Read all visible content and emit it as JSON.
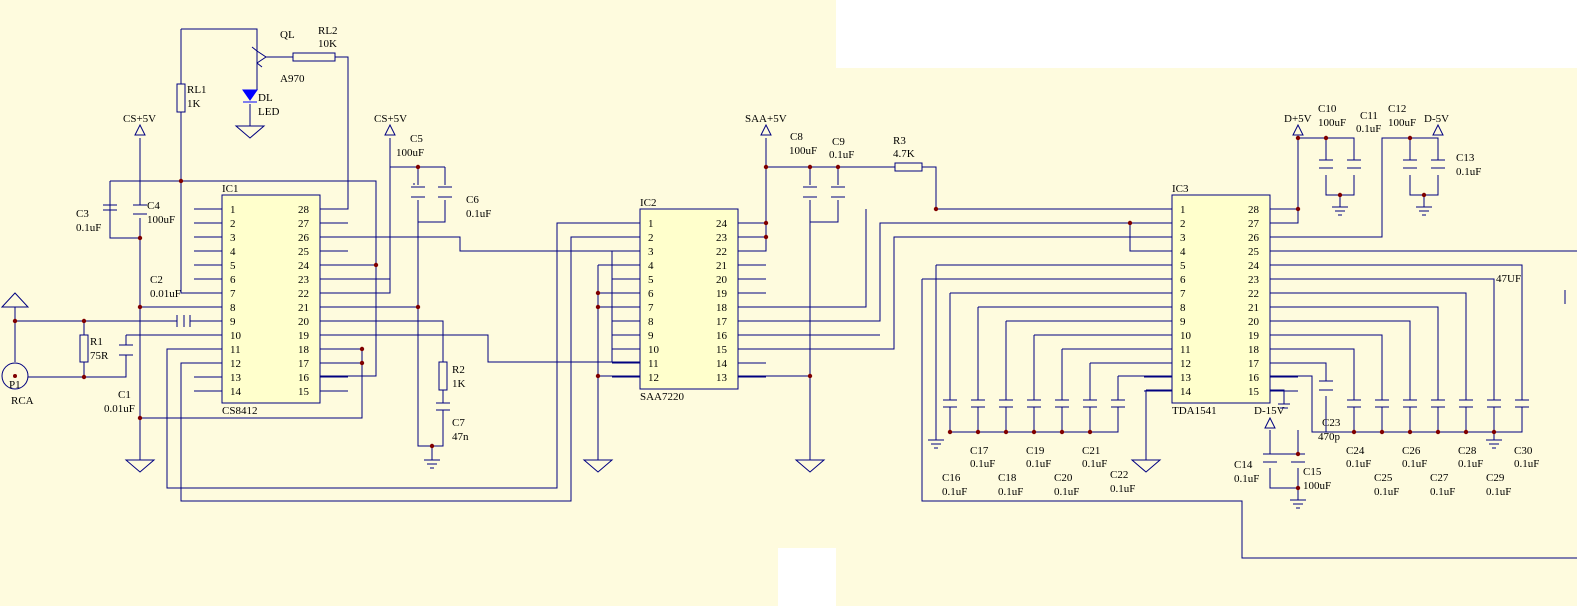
{
  "palette": {
    "paper": "#fefbde",
    "wire": "#000080",
    "junction": "#800000",
    "ic_fill": "#ffffcc",
    "led": "#0000ff"
  },
  "chips": {
    "ic1": {
      "ref": "IC1",
      "part": "CS8412"
    },
    "ic2": {
      "ref": "IC2",
      "part": "SAA7220"
    },
    "ic3": {
      "ref": "IC3",
      "part": "TDA1541"
    }
  },
  "pin_numbers": {
    "ic1_left": [
      "1",
      "2",
      "3",
      "4",
      "5",
      "6",
      "7",
      "8",
      "9",
      "10",
      "11",
      "12",
      "13",
      "14"
    ],
    "ic1_right": [
      "28",
      "27",
      "26",
      "25",
      "24",
      "23",
      "22",
      "21",
      "20",
      "19",
      "18",
      "17",
      "16",
      "15"
    ],
    "ic2_left": [
      "1",
      "2",
      "3",
      "4",
      "5",
      "6",
      "7",
      "8",
      "9",
      "10",
      "11",
      "12"
    ],
    "ic2_right": [
      "24",
      "23",
      "22",
      "21",
      "20",
      "19",
      "18",
      "17",
      "16",
      "15",
      "14",
      "13"
    ],
    "ic3_left": [
      "1",
      "2",
      "3",
      "4",
      "5",
      "6",
      "7",
      "8",
      "9",
      "10",
      "11",
      "12",
      "13",
      "14"
    ],
    "ic3_right": [
      "28",
      "27",
      "26",
      "25",
      "24",
      "23",
      "22",
      "21",
      "20",
      "19",
      "18",
      "17",
      "16",
      "15"
    ]
  },
  "rails": {
    "cs5v_a": "CS+5V",
    "cs5v_b": "CS+5V",
    "saa5v": "SAA+5V",
    "dp5v": "D+5V",
    "dm5v": "D-5V",
    "dm15v": "D-15V"
  },
  "parts": {
    "ql": "QL",
    "a970": "A970",
    "rl2": "RL2",
    "rl2_val": "10K",
    "rl1": "RL1",
    "rl1_val": "1K",
    "dl": "DL",
    "dl_val": "LED",
    "c3": "C3",
    "c3_val": "0.1uF",
    "c4": "C4",
    "c4_val": "100uF",
    "c2": "C2",
    "c2_val": "0.01uF",
    "r1": "R1",
    "r1_val": "75R",
    "p1": "P1",
    "rca": "RCA",
    "c1": "C1",
    "c1_val": "0.01uF",
    "c5": "C5",
    "c5_val": "100uF",
    "c6": "C6",
    "c6_val": "0.1uF",
    "r2": "R2",
    "r2_val": "1K",
    "c7": "C7",
    "c7_val": "47n",
    "c8": "C8",
    "c8_val": "100uF",
    "c9": "C9",
    "c9_val": "0.1uF",
    "r3": "R3",
    "r3_val": "4.7K",
    "c10": "C10",
    "c10_val": "100uF",
    "c11": "C11",
    "c11_val": "0.1uF",
    "c12": "C12",
    "c12_val": "100uF",
    "c13": "C13",
    "c13_val": "0.1uF",
    "c47uf": "47UF",
    "c23": "C23",
    "c23_val": "470p",
    "c14": "C14",
    "c14_val": "0.1uF",
    "c15": "C15",
    "c15_val": "100uF",
    "c16": "C16",
    "c16_val": "0.1uF",
    "c17": "C17",
    "c17_val": "0.1uF",
    "c18": "C18",
    "c18_val": "0.1uF",
    "c19": "C19",
    "c19_val": "0.1uF",
    "c20": "C20",
    "c20_val": "0.1uF",
    "c21": "C21",
    "c21_val": "0.1uF",
    "c22": "C22",
    "c22_val": "0.1uF",
    "c24": "C24",
    "c24_val": "0.1uF",
    "c25": "C25",
    "c25_val": "0.1uF",
    "c26": "C26",
    "c26_val": "0.1uF",
    "c27": "C27",
    "c27_val": "0.1uF",
    "c28": "C28",
    "c28_val": "0.1uF",
    "c29": "C29",
    "c29_val": "0.1uF",
    "c30": "C30",
    "c30_val": "0.1uF"
  }
}
